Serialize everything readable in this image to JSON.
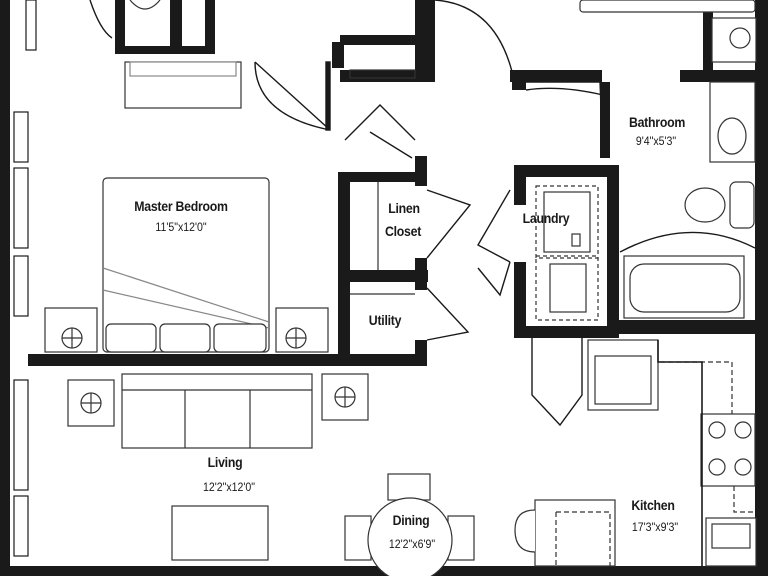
{
  "rooms": {
    "master_bedroom": {
      "name": "Master Bedroom",
      "dims": "11'5\"x12'0\""
    },
    "linen_closet": {
      "name_line1": "Linen",
      "name_line2": "Closet"
    },
    "utility": {
      "name": "Utility"
    },
    "laundry": {
      "name": "Laundry"
    },
    "bathroom": {
      "name": "Bathroom",
      "dims": "9'4\"x5'3\""
    },
    "living": {
      "name": "Living",
      "dims": "12'2\"x12'0\""
    },
    "dining": {
      "name": "Dining",
      "dims": "12'2\"x6'9\""
    },
    "kitchen": {
      "name": "Kitchen",
      "dims": "17'3\"x9'3\""
    }
  }
}
